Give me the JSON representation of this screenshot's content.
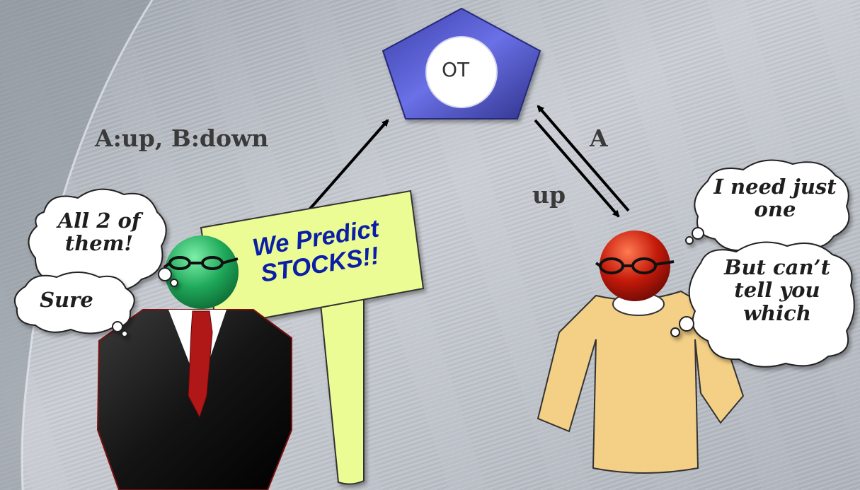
{
  "oracle": {
    "label": "OT"
  },
  "arrows": {
    "left_label": "A:up, B:down",
    "right_label_a": "A",
    "right_label_up": "up"
  },
  "left_person": {
    "thought_1": [
      "All 2 of",
      "them!"
    ],
    "thought_2": "Sure",
    "sign": [
      "We Predict",
      "STOCKS!!"
    ]
  },
  "right_person": {
    "thought_1": [
      "I need just",
      "one"
    ],
    "thought_2": [
      "But can’t",
      "tell you",
      "which"
    ]
  },
  "colors": {
    "background": "#b9bec6",
    "pentagon": "#4a4fc0",
    "left_head": "#1fa85a",
    "right_head": "#c41a0a",
    "suit": "#141414",
    "tie": "#b01818",
    "shirt": "#f4cf86",
    "sign": "#ecfc94"
  }
}
